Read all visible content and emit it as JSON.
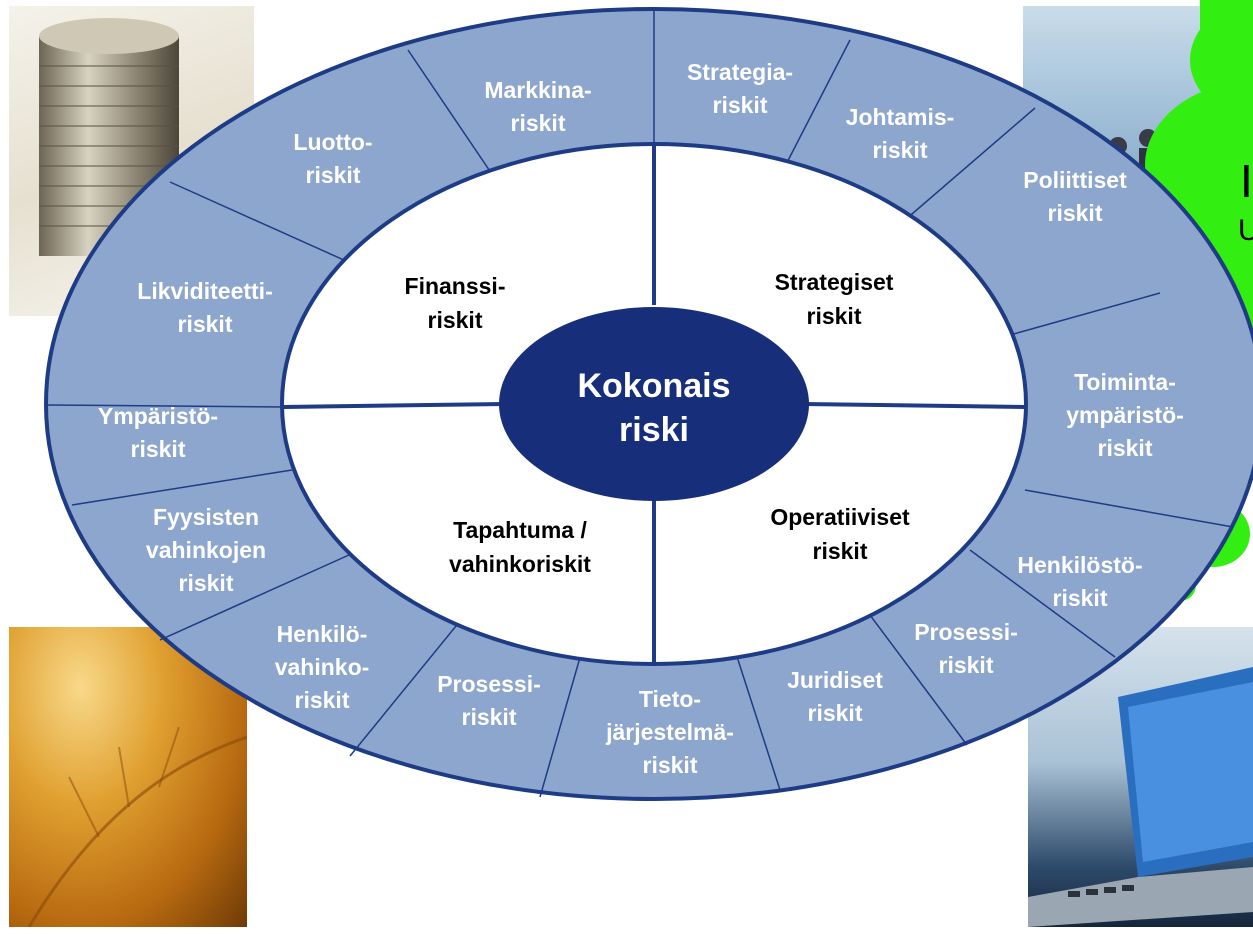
{
  "center": {
    "lines": [
      "Kokonais",
      "riski"
    ]
  },
  "categories": [
    {
      "id": "finanssi",
      "lines": [
        "Finanssi-",
        "riskit"
      ]
    },
    {
      "id": "strategiset",
      "lines": [
        "Strategiset",
        "riskit"
      ]
    },
    {
      "id": "operatiiviset",
      "lines": [
        "Operatiiviset",
        "riskit"
      ]
    },
    {
      "id": "tapahtuma",
      "lines": [
        "Tapahtuma /",
        "vahinkoriskit"
      ]
    }
  ],
  "outer_segments": [
    {
      "id": "markkina",
      "lines": [
        "Markkina-",
        "riskit"
      ]
    },
    {
      "id": "strategia",
      "lines": [
        "Strategia-",
        "riskit"
      ]
    },
    {
      "id": "johtamis",
      "lines": [
        "Johtamis-",
        "riskit"
      ]
    },
    {
      "id": "poliittiset",
      "lines": [
        "Poliittiset",
        "riskit"
      ]
    },
    {
      "id": "toimintaymparisto",
      "lines": [
        "Toiminta-",
        "ympäristö-",
        "riskit"
      ]
    },
    {
      "id": "henkilosto",
      "lines": [
        "Henkilöstö-",
        "riskit"
      ]
    },
    {
      "id": "prosessi-right",
      "lines": [
        "Prosessi-",
        "riskit"
      ]
    },
    {
      "id": "juridiset",
      "lines": [
        "Juridiset",
        "riskit"
      ]
    },
    {
      "id": "tietojarjestelma",
      "lines": [
        "Tieto-",
        "järjestelmä-",
        "riskit"
      ]
    },
    {
      "id": "prosessi-left",
      "lines": [
        "Prosessi-",
        "riskit"
      ]
    },
    {
      "id": "henkilovahinko",
      "lines": [
        "Henkilö-",
        "vahinko-",
        "riskit"
      ]
    },
    {
      "id": "fyysiset",
      "lines": [
        "Fyysisten",
        "vahinkojen",
        "riskit"
      ]
    },
    {
      "id": "ymparisto",
      "lines": [
        "Ympäristö-",
        "riskit"
      ]
    },
    {
      "id": "likviditeetti",
      "lines": [
        "Likviditeetti-",
        "riskit"
      ]
    },
    {
      "id": "luotto",
      "lines": [
        "Luotto-",
        "riskit"
      ]
    }
  ],
  "cloud": {
    "letter": "I",
    "text": "U"
  },
  "colors": {
    "outer_ring": "#8DA6CD",
    "ring_border": "#1E3B86",
    "center_fill": "#172F7A",
    "cloud": "#33EE11"
  }
}
